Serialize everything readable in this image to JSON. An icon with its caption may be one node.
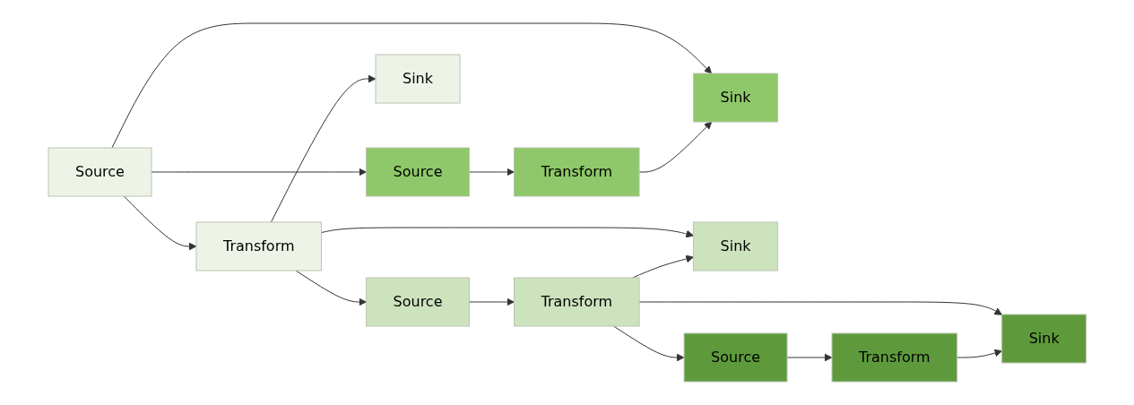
{
  "diagram": {
    "nodes": [
      {
        "text": [
          "Source"
        ]
      },
      {
        "text": [
          "Transform"
        ]
      },
      {
        "text": [
          "Sink"
        ]
      },
      {
        "text": [
          "Source"
        ]
      },
      {
        "text": [
          "Transform"
        ]
      },
      {
        "text": [
          "Sink"
        ]
      },
      {
        "text": [
          "Source"
        ]
      },
      {
        "text": [
          "Transform"
        ]
      },
      {
        "text": [
          "Sink"
        ]
      },
      {
        "text": [
          "Source"
        ]
      },
      {
        "text": [
          "Transform"
        ]
      },
      {
        "text": [
          "Sink"
        ]
      }
    ],
    "edges": [
      {
        "from": 0,
        "to": 1,
        "arrow": "to"
      },
      {
        "from": 1,
        "to": 2,
        "arrow": "to"
      },
      {
        "from": 0,
        "to": 3,
        "arrow": "to"
      },
      {
        "from": 0,
        "to": 5,
        "arrow": "to"
      },
      {
        "from": 3,
        "to": 4,
        "arrow": "to"
      },
      {
        "from": 4,
        "to": 5,
        "arrow": "to"
      },
      {
        "from": 1,
        "to": 6,
        "arrow": "to"
      },
      {
        "from": 1,
        "to": 8,
        "arrow": "to"
      },
      {
        "from": 6,
        "to": 7,
        "arrow": "to"
      },
      {
        "from": 7,
        "to": 8,
        "arrow": "to"
      },
      {
        "from": 7,
        "to": 9,
        "arrow": "to"
      },
      {
        "from": 7,
        "to": 11,
        "arrow": "to"
      },
      {
        "from": 9,
        "to": 10,
        "arrow": "to"
      },
      {
        "from": 10,
        "to": 11,
        "arrow": "to"
      }
    ]
  }
}
